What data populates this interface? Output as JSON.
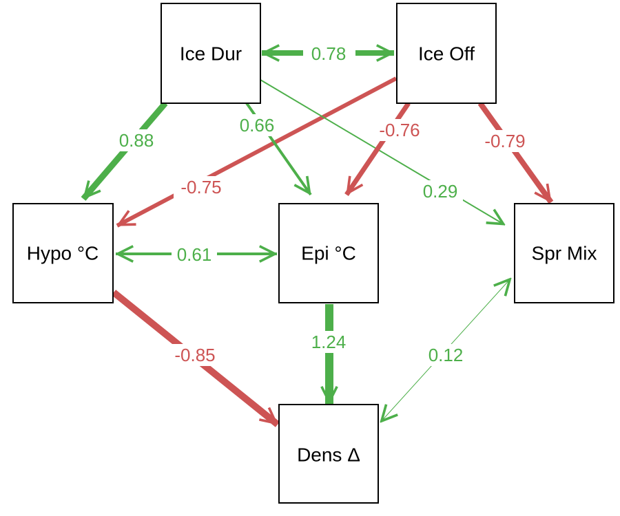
{
  "colors": {
    "positive": "#4daf4a",
    "negative": "#cd5454",
    "node_border": "#000000"
  },
  "nodes": {
    "ice_dur": {
      "label": "Ice Dur"
    },
    "ice_off": {
      "label": "Ice Off"
    },
    "hypo": {
      "label": "Hypo °C"
    },
    "epi": {
      "label": "Epi °C"
    },
    "spr_mix": {
      "label": "Spr Mix"
    },
    "dens": {
      "label": "Dens Δ"
    }
  },
  "edges": {
    "ice_dur_ice_off": {
      "label": "0.78",
      "from": "Ice Dur",
      "to": "Ice Off",
      "sign": "positive",
      "bidirectional": true
    },
    "ice_dur_hypo": {
      "label": "0.88",
      "from": "Ice Dur",
      "to": "Hypo °C",
      "sign": "positive"
    },
    "ice_dur_epi": {
      "label": "0.66",
      "from": "Ice Dur",
      "to": "Epi °C",
      "sign": "positive"
    },
    "ice_dur_spr_mix": {
      "label": "0.29",
      "from": "Ice Dur",
      "to": "Spr Mix",
      "sign": "positive"
    },
    "ice_off_hypo": {
      "label": "-0.75",
      "from": "Ice Off",
      "to": "Hypo °C",
      "sign": "negative"
    },
    "ice_off_epi": {
      "label": "-0.76",
      "from": "Ice Off",
      "to": "Epi °C",
      "sign": "negative"
    },
    "ice_off_spr_mix": {
      "label": "-0.79",
      "from": "Ice Off",
      "to": "Spr Mix",
      "sign": "negative"
    },
    "hypo_epi": {
      "label": "0.61",
      "from": "Hypo °C",
      "to": "Epi °C",
      "sign": "positive",
      "bidirectional": true
    },
    "hypo_dens": {
      "label": "-0.85",
      "from": "Hypo °C",
      "to": "Dens Δ",
      "sign": "negative"
    },
    "epi_dens": {
      "label": "1.24",
      "from": "Epi °C",
      "to": "Dens Δ",
      "sign": "positive"
    },
    "spr_mix_dens": {
      "label": "0.12",
      "from": "Spr Mix",
      "to": "Dens Δ",
      "sign": "positive",
      "bidirectional": true
    }
  }
}
